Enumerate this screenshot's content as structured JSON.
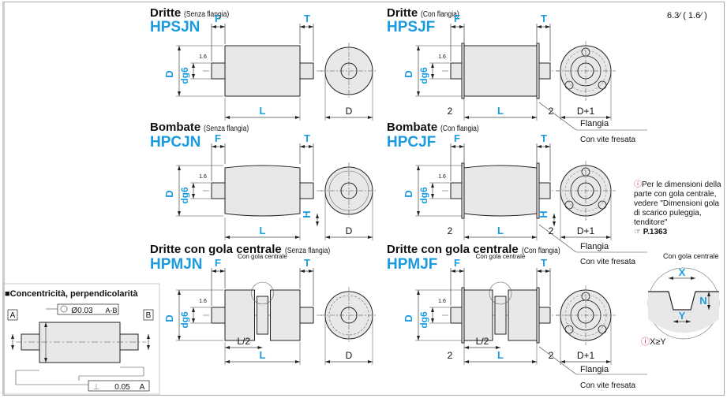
{
  "roughness": {
    "main": "6.3",
    "paren": "1.6"
  },
  "views": [
    {
      "title": "Dritte",
      "subtitle": "(Senza flangia)",
      "code": "HPSJN",
      "end_dim": "D"
    },
    {
      "title": "Dritte",
      "subtitle": "(Con flangia)",
      "code": "HPSJF",
      "end_dim": "D+1"
    },
    {
      "title": "Bombate",
      "subtitle": "(Senza flangia)",
      "code": "HPCJN",
      "end_dim": "D"
    },
    {
      "title": "Bombate",
      "subtitle": "(Con flangia)",
      "code": "HPCJF",
      "end_dim": "D+1"
    },
    {
      "title": "Dritte con gola centrale",
      "subtitle": "(Senza flangia)",
      "code": "HPMJN",
      "end_dim": "D"
    },
    {
      "title": "Dritte con gola centrale",
      "subtitle": "(Con flangia)",
      "code": "HPMJF",
      "end_dim": "D+1"
    }
  ],
  "dims": {
    "F": "F",
    "T": "T",
    "D": "D",
    "d": "d",
    "g6": "g6",
    "L": "L",
    "L2": "L/2",
    "H": "H",
    "two": "2",
    "rough": "1.6"
  },
  "callouts": {
    "flange": "Flangia",
    "screw": "Con vite fresata",
    "groove": "Con gola centrale"
  },
  "groove_note": {
    "text": "Per le dimensioni della parte con gola centrale, vedere \"Dimensioni gola di scarico puleggia, tenditore\"",
    "page_ref": "P.1363",
    "detail_title": "Con gola centrale",
    "X": "X",
    "Y": "Y",
    "N": "N",
    "condition": "X≥Y"
  },
  "tolerance": {
    "heading": "Concentricità, perpendicolarità",
    "datum_a": "A",
    "datum_b": "B",
    "concentricity_value": "Ø0.03",
    "concentricity_ref": "A-B",
    "perp_value": "0.05",
    "perp_ref": "A"
  },
  "colors": {
    "accent": "#1a9be0",
    "fill": "#e8e8e8",
    "line": "#222222",
    "tip": "#cc2277"
  }
}
